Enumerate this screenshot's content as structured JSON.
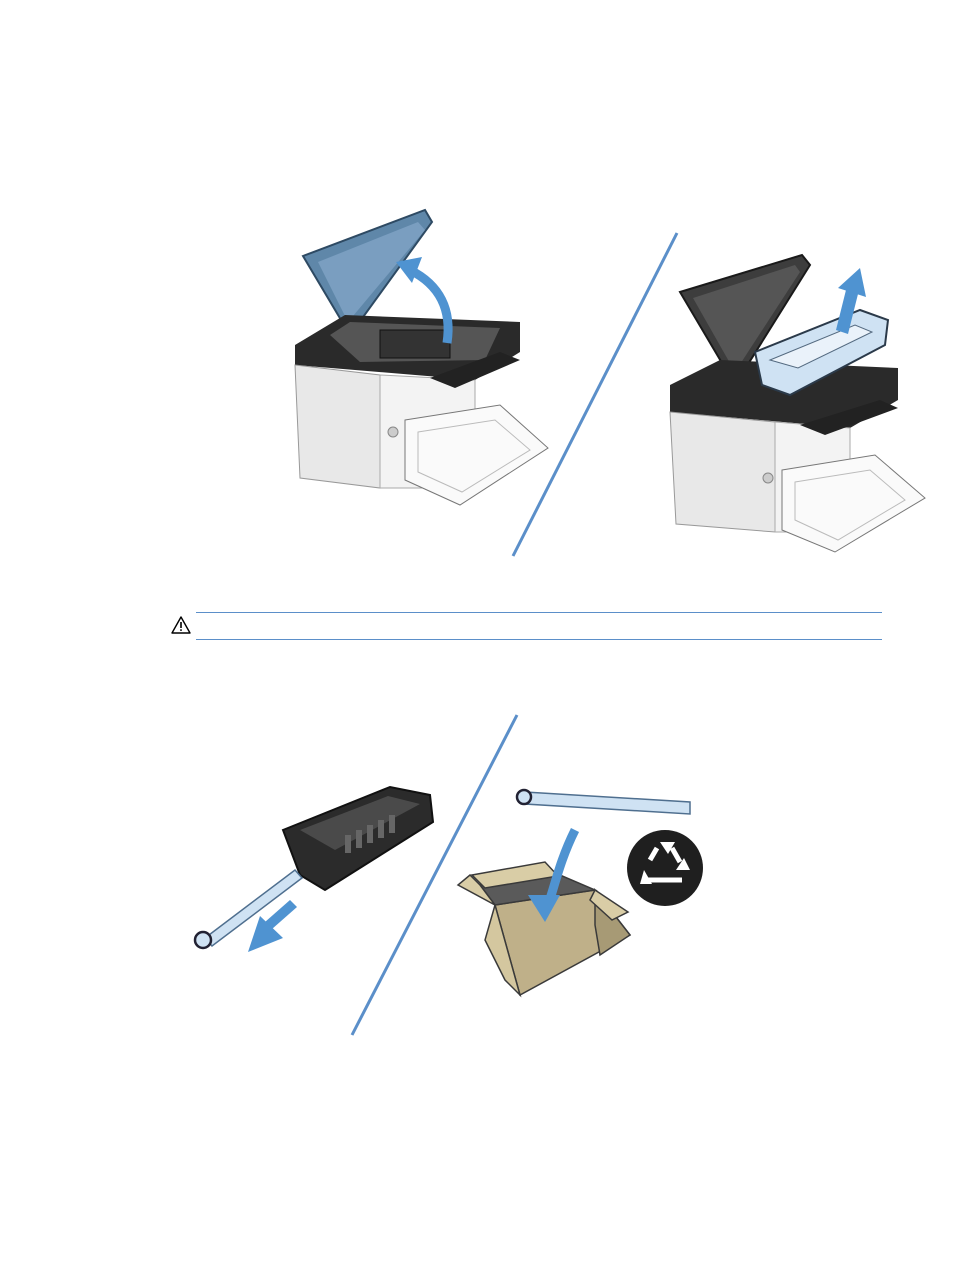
{
  "page": {
    "background": "#ffffff"
  },
  "colors": {
    "accent_line": "#5b8fc9",
    "arrow_blue": "#4f93d1",
    "printer_black": "#2a2a2a",
    "printer_body": "#eeeeee",
    "cover_blue": "#5f87a9",
    "box_tan": "#c8bb95"
  },
  "top_figure": {
    "left_panel": {
      "illustration": "printer-cover-opening",
      "arrow_icon": "curved-up-arrow-icon"
    },
    "right_panel": {
      "illustration": "print-cartridge-removal",
      "arrow_icon": "up-arrow-icon"
    }
  },
  "caution": {
    "icon": "warning-triangle-icon",
    "text": ""
  },
  "bottom_figure": {
    "left_panel": {
      "illustration": "cartridge-tab-removal",
      "arrow_icon": "pull-arrow-icon"
    },
    "right_panel": {
      "illustration": "packing-tab-in-box",
      "arrow_icon": "down-curved-arrow-icon",
      "recycle_icon": "recycle-icon"
    }
  }
}
